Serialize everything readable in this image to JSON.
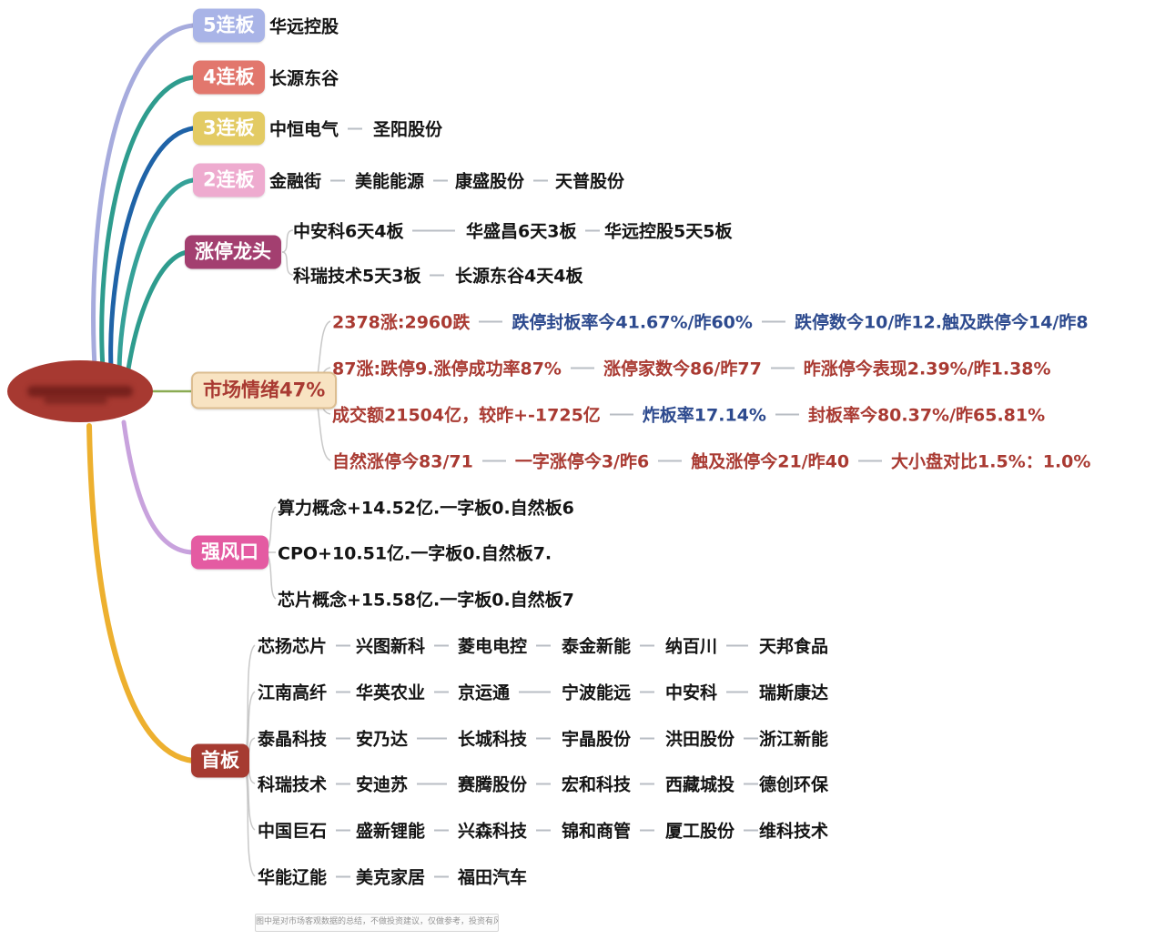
{
  "center": {
    "label": ""
  },
  "colors": {
    "central_node": "#a73931",
    "label_5lianban": "#a9b4e7",
    "label_4lianban": "#e2776d",
    "label_3lianban": "#e3cb64",
    "label_2lianban": "#eeabcf",
    "label_zhangting_longtou": "#a33f70",
    "label_shichang_qingxu_bg": "#f8e3c2",
    "label_qiangfengkou": "#e45ba2",
    "label_shouban": "#a63b31",
    "text_red": "#a93a32",
    "text_blue": "#2d4a8e",
    "line_5lianban": "#a6abdd",
    "line_4lianban": "#2e9c8e",
    "line_3lianban": "#1f63a7",
    "line_2lianban": "#35a198",
    "line_zhangting_longtou": "#2e9c8e",
    "line_shichang_qingxu": "#8aab52",
    "line_qiangfengkou": "#c8a2dd",
    "line_shouban": "#edb02f"
  },
  "branches": {
    "b5": {
      "label": "5连板",
      "items": [
        "华远控股"
      ]
    },
    "b4": {
      "label": "4连板",
      "items": [
        "长源东谷"
      ]
    },
    "b3": {
      "label": "3连板",
      "items": [
        "中恒电气",
        "圣阳股份"
      ]
    },
    "b2": {
      "label": "2连板",
      "items": [
        "金融街",
        "美能能源",
        "康盛股份",
        "天普股份"
      ]
    },
    "leader": {
      "label": "涨停龙头",
      "rows": [
        [
          "中安科6天4板",
          "华盛昌6天3板",
          "华远控股5天5板"
        ],
        [
          "科瑞技术5天3板",
          "长源东谷4天4板"
        ]
      ]
    },
    "sentiment": {
      "label": "市场情绪47%",
      "rows": [
        [
          {
            "text": "2378涨:2960跌",
            "color": "red"
          },
          {
            "text": "跌停封板率今41.67%/昨60%",
            "color": "blue"
          },
          {
            "text": "跌停数今10/昨12.触及跌停今14/昨8",
            "color": "blue"
          }
        ],
        [
          {
            "text": "87涨:跌停9.涨停成功率87%",
            "color": "red"
          },
          {
            "text": "涨停家数今86/昨77",
            "color": "red"
          },
          {
            "text": "昨涨停今表现2.39%/昨1.38%",
            "color": "red"
          }
        ],
        [
          {
            "text": "成交额21504亿，较昨+-1725亿",
            "color": "red"
          },
          {
            "text": "炸板率17.14%",
            "color": "blue"
          },
          {
            "text": "封板率今80.37%/昨65.81%",
            "color": "red"
          }
        ],
        [
          {
            "text": "自然涨停今83/71",
            "color": "red"
          },
          {
            "text": "一字涨停今3/昨6",
            "color": "red"
          },
          {
            "text": "触及涨停今21/昨40",
            "color": "red"
          },
          {
            "text": "大小盘对比1.5%：1.0%",
            "color": "red"
          }
        ]
      ]
    },
    "hotspot": {
      "label": "强风口",
      "rows": [
        [
          "算力概念+14.52亿.一字板0.自然板6"
        ],
        [
          "CPO+10.51亿.一字板0.自然板7."
        ],
        [
          "芯片概念+15.58亿.一字板0.自然板7"
        ]
      ]
    },
    "first": {
      "label": "首板",
      "rows": [
        [
          "芯扬芯片",
          "兴图新科",
          "菱电电控",
          "泰金新能",
          "纳百川",
          "天邦食品"
        ],
        [
          "江南高纤",
          "华英农业",
          "京运通",
          "宁波能远",
          "中安科",
          "瑞斯康达"
        ],
        [
          "泰晶科技",
          "安乃达",
          "长城科技",
          "宇晶股份",
          "洪田股份",
          "浙江新能"
        ],
        [
          "科瑞技术",
          "安迪苏",
          "赛腾股份",
          "宏和科技",
          "西藏城投",
          "德创环保"
        ],
        [
          "中国巨石",
          "盛新锂能",
          "兴森科技",
          "锦和商管",
          "厦工股份",
          "维科技术"
        ],
        [
          "华能辽能",
          "美克家居",
          "福田汽车"
        ]
      ]
    }
  },
  "footer": {
    "disclaimer": "图中是对市场客观数据的总结，不做投资建议，仅做参考，投资有风险 入市须谨慎"
  }
}
